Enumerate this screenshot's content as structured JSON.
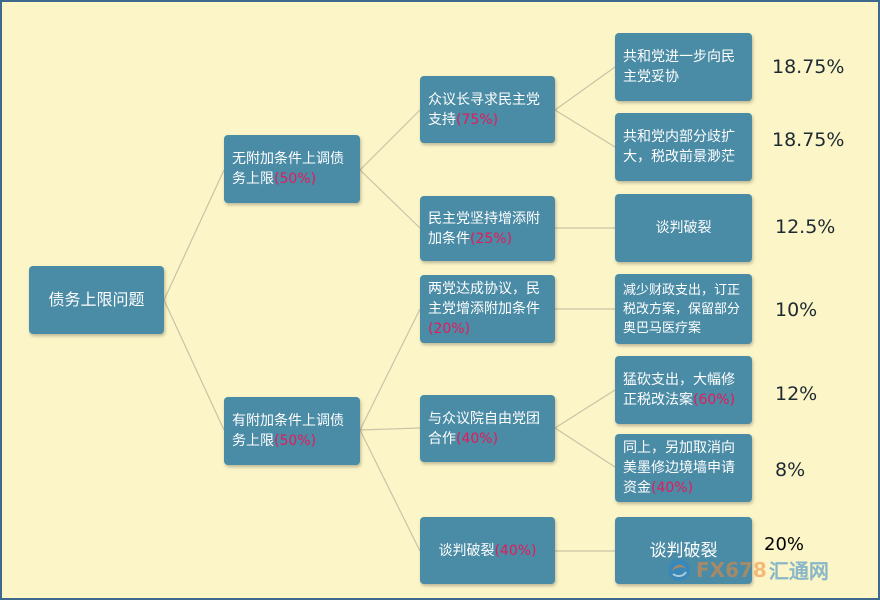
{
  "root": {
    "label": "债务上限问题"
  },
  "level1": [
    {
      "label": "无附加条件上调债务上限",
      "pct": "(50%)"
    },
    {
      "label": "有附加条件上调债务上限",
      "pct": "(50%)"
    }
  ],
  "level2": [
    {
      "label": "众议长寻求民主党支持",
      "pct": "(75%)"
    },
    {
      "label": "民主党坚持增添附加条件",
      "pct": "(25%)"
    },
    {
      "label": "两党达成协议，民主党增添附加条件",
      "pct": "(20%)"
    },
    {
      "label": "与众议院自由党团合作",
      "pct": "(40%)"
    },
    {
      "label": "谈判破裂",
      "pct": "(40%)"
    }
  ],
  "level3": [
    {
      "label": "共和党进一步向民主党妥协",
      "pct": ""
    },
    {
      "label": "共和党内部分歧扩大，税改前景渺茫",
      "pct": ""
    },
    {
      "label": "谈判破裂",
      "pct": ""
    },
    {
      "label": "减少财政支出，订正税改方案，保留部分奥巴马医疗案",
      "pct": ""
    },
    {
      "label": "猛砍支出，大幅修正税改法案",
      "pct": "(60%)"
    },
    {
      "label": "同上，另加取消向美墨修边境墙申请资金",
      "pct": "(40%)"
    },
    {
      "label": "谈判破裂",
      "pct": ""
    }
  ],
  "outcomes": [
    "18.75%",
    "18.75%",
    "12.5%",
    "10%",
    "12%",
    "8%",
    "20%"
  ],
  "watermark": {
    "en": "FX678",
    "cn": "汇通网"
  },
  "colors": {
    "node": "#4a8ba6",
    "highlight": "#e8185a",
    "background": "#fbf5c7",
    "border": "#3d6a8c"
  }
}
